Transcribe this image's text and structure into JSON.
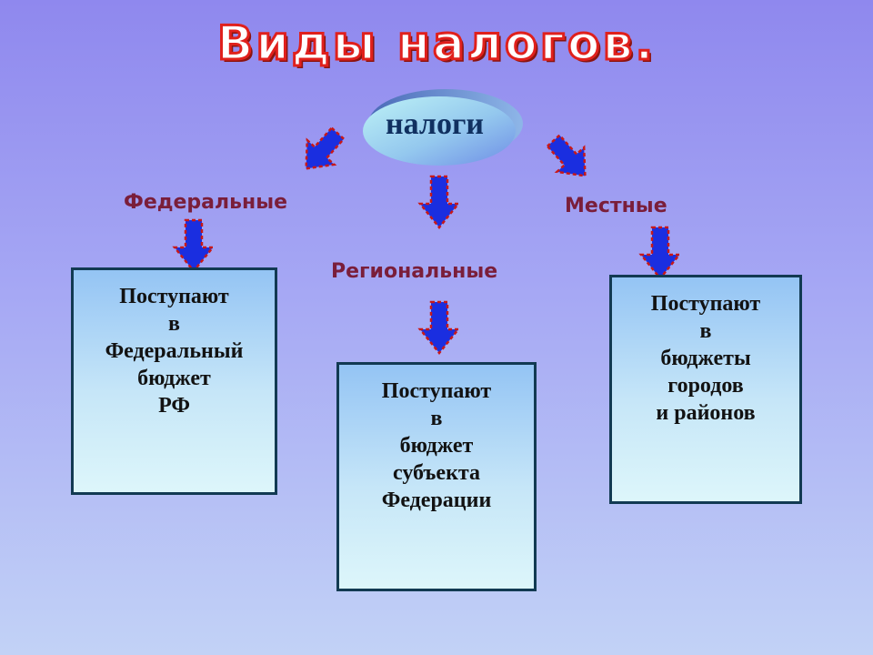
{
  "title": "Виды налогов.",
  "root": "налоги",
  "categories": [
    {
      "label": "Федеральные",
      "destination": [
        "Поступают",
        "в",
        "Федеральный",
        "бюджет",
        "РФ"
      ]
    },
    {
      "label": "Региональные",
      "destination": [
        "Поступают",
        "в",
        "бюджет",
        "субъекта",
        "Федерации"
      ]
    },
    {
      "label": "Местные",
      "destination": [
        "Поступают",
        "в",
        "бюджеты",
        "городов",
        "и районов"
      ]
    }
  ],
  "colors": {
    "arrow_fill": "#1a2ee0",
    "arrow_outline": "#c81818",
    "category_text": "#7a1e3a",
    "box_border": "#123a52"
  }
}
